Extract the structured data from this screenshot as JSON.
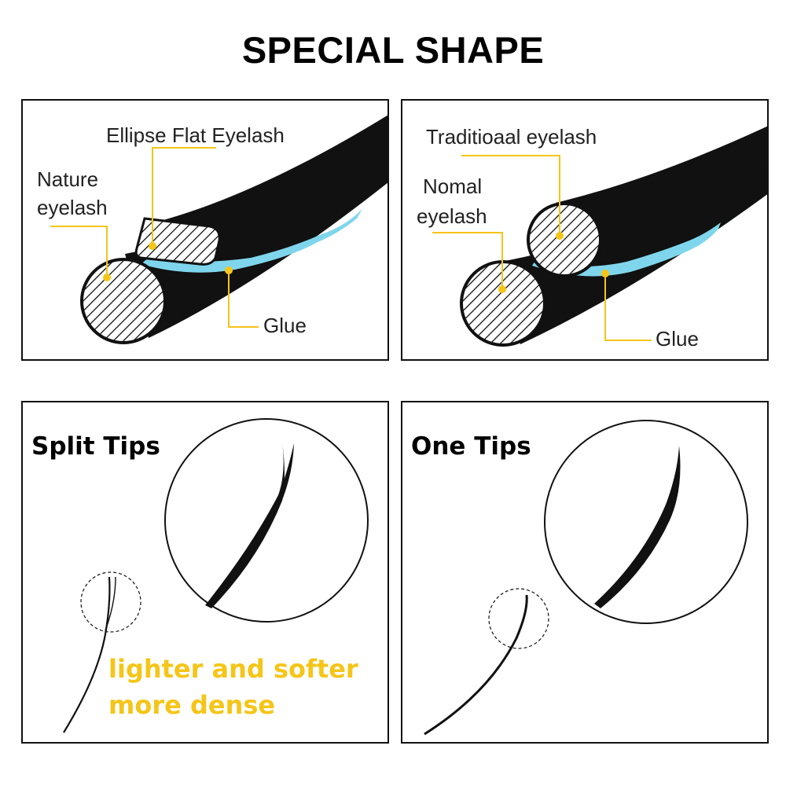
{
  "title": "SPECIAL SHAPE",
  "colors": {
    "accent_yellow": "#f5c518",
    "glue_blue": "#7fd6ec",
    "lash_black": "#111111"
  },
  "panel_ellipse": {
    "label_flat": "Ellipse Flat Eyelash",
    "label_nature_line1": "Nature",
    "label_nature_line2": "eyelash",
    "label_glue": "Glue"
  },
  "panel_traditional": {
    "label_traditional": "Traditioaal eyelash",
    "label_normal_line1": "Nomal",
    "label_normal_line2": "eyelash",
    "label_glue": "Glue"
  },
  "panel_split": {
    "heading": "Split Tips",
    "text_line1": "lighter and softer",
    "text_line2": "more dense"
  },
  "panel_one": {
    "heading": "One Tips"
  }
}
